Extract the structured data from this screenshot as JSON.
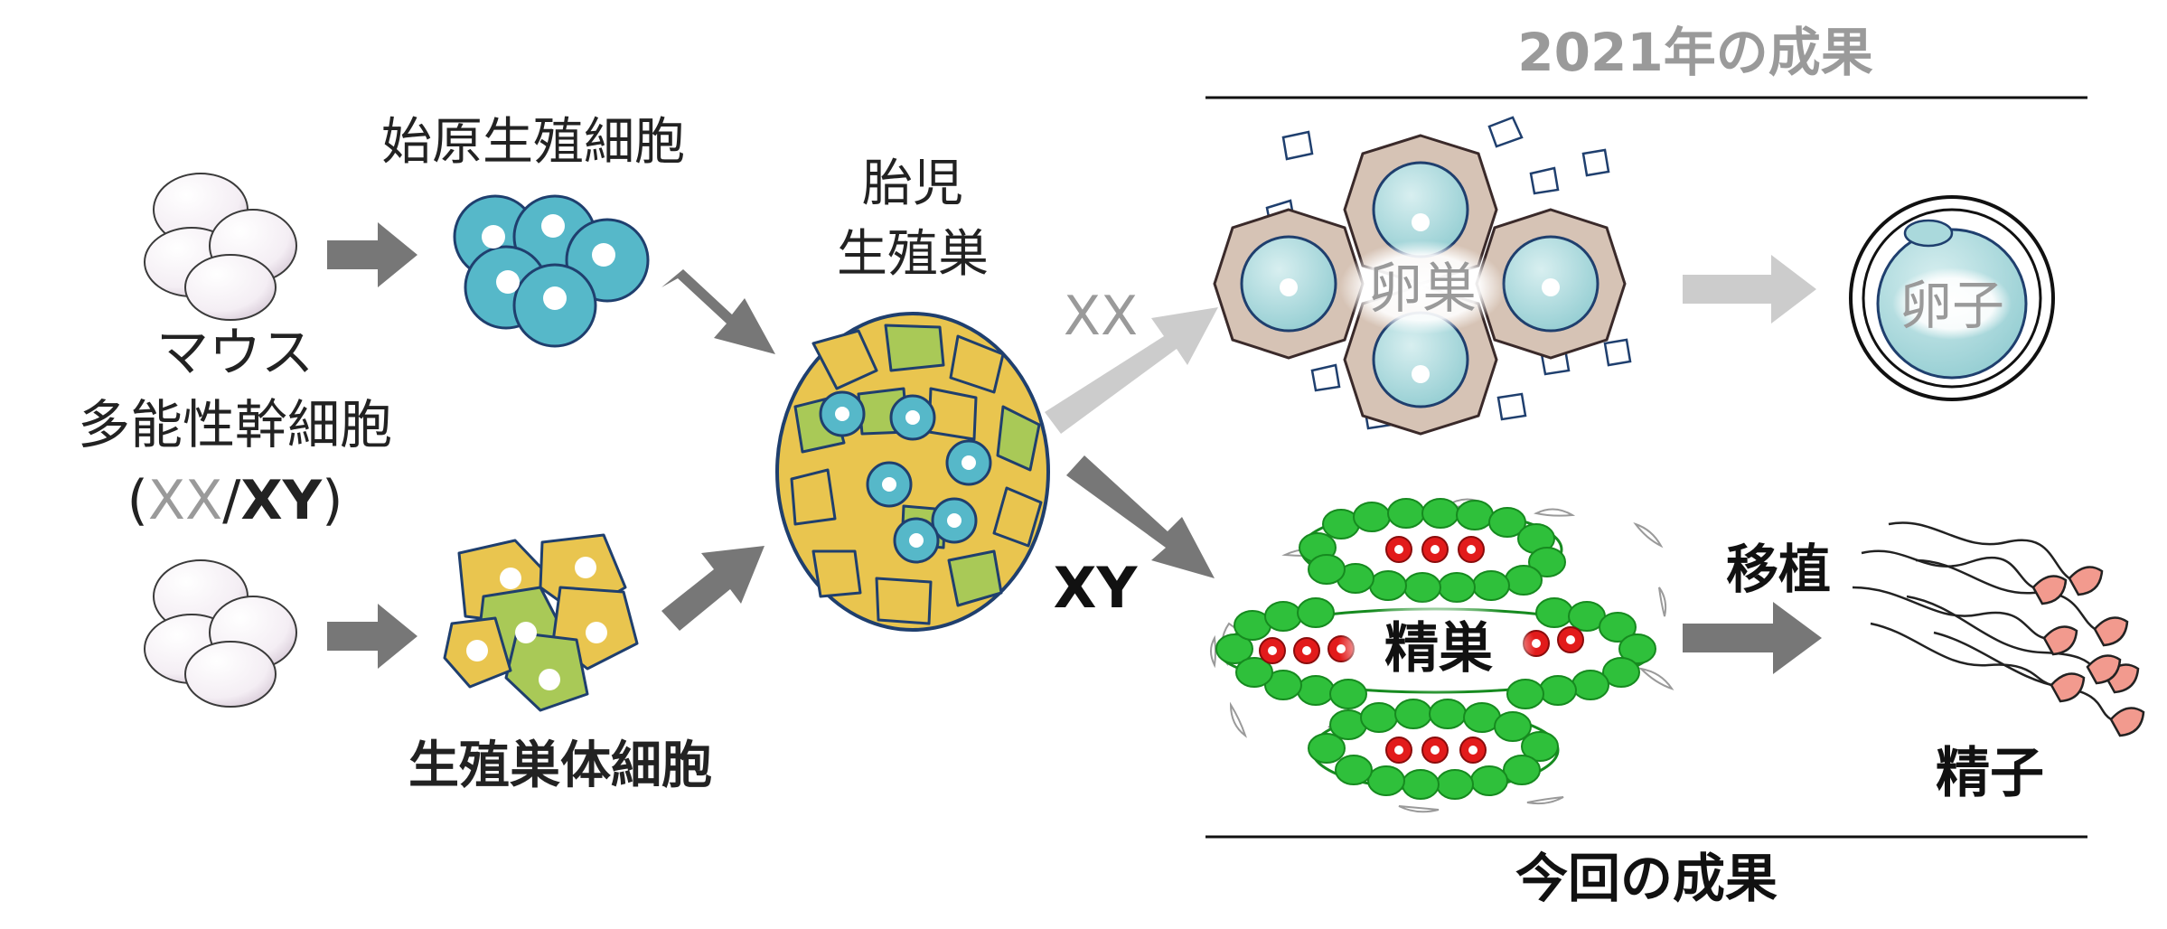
{
  "labels": {
    "mouse_line1": "マウス",
    "mouse_line2": "多能性幹細胞",
    "mouse_paren_open": "(",
    "mouse_xx": "XX",
    "mouse_slash": "/",
    "mouse_xy": "XY",
    "mouse_paren_close": ")",
    "pgc": "始原生殖細胞",
    "somatic": "生殖巣体細胞",
    "gonad_line1": "胎児",
    "gonad_line2": "生殖巣",
    "branch_xx": "XX",
    "branch_xy": "XY",
    "title_2021": "2021年の成果",
    "ovary": "卵巣",
    "egg": "卵子",
    "testis": "精巣",
    "transplant": "移植",
    "sperm": "精子",
    "title_current": "今回の成果"
  },
  "colors": {
    "pgc_blue": "#56b8c9",
    "somatic_yellow": "#e9c54f",
    "somatic_green": "#a9c957",
    "cell_outline": "#1f3f6e",
    "ovary_cell": "#d6c3b5",
    "oocyte": "#aad9dc",
    "testis_green": "#2fc03b",
    "germ_red": "#e21b1b",
    "sperm_pink": "#f29a8e",
    "arrow_dark": "#777777",
    "arrow_light": "#cccccc",
    "faded_text": "#9a9a9a"
  }
}
